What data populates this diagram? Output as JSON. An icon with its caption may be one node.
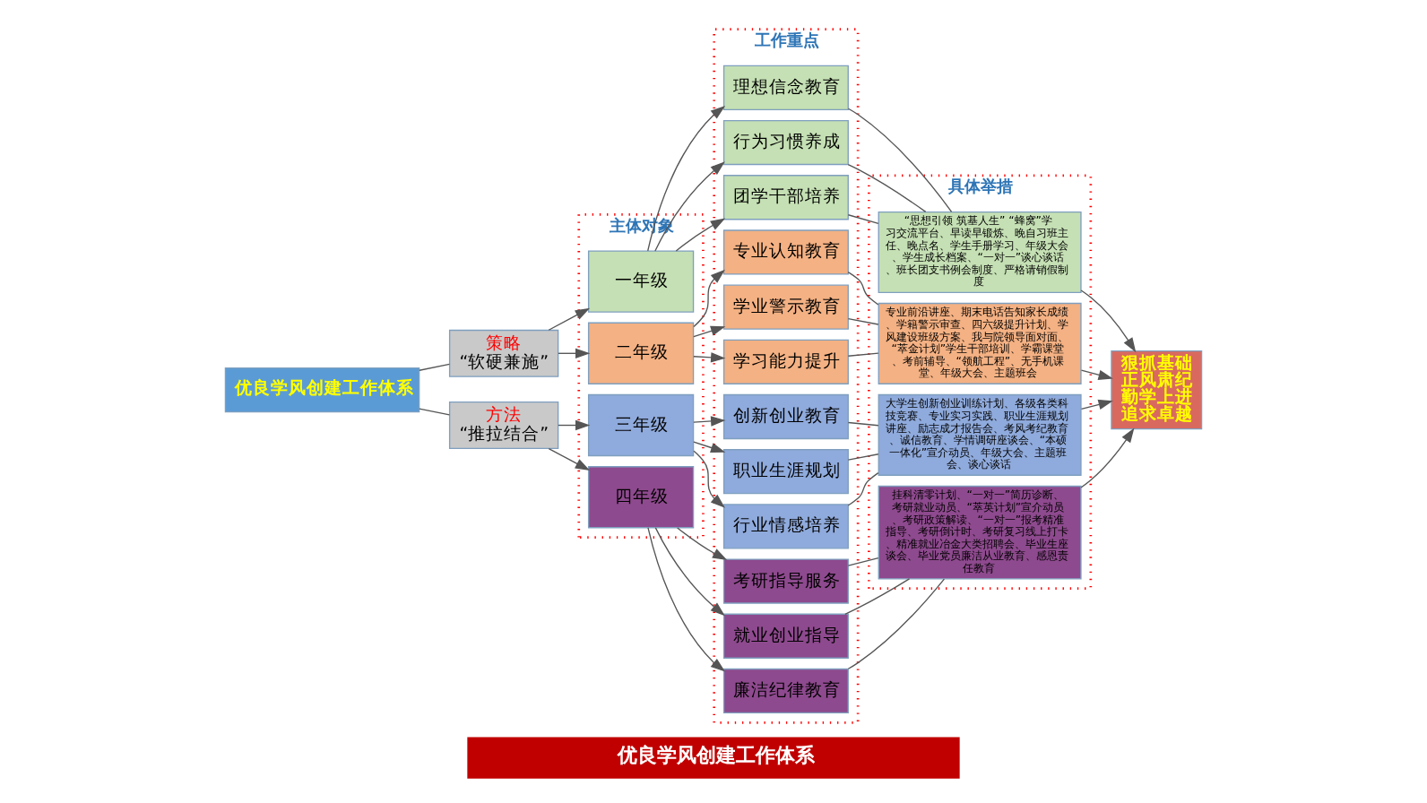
{
  "diagram": {
    "caption": "优良学风创建工作体系",
    "nodes": [
      {
        "text": [
          "优良学风创建工作体系"
        ]
      },
      {
        "text": [
          "策略",
          "“软硬兼施”"
        ]
      },
      {
        "text": [
          "方法",
          "“推拉结合”"
        ]
      },
      {
        "text": [
          "主体对象"
        ]
      },
      {
        "text": [
          "一年级"
        ],
        "in": 3
      },
      {
        "text": [
          "二年级"
        ],
        "in": 3
      },
      {
        "text": [
          "三年级"
        ],
        "in": 3
      },
      {
        "text": [
          "四年级"
        ],
        "in": 3
      },
      {
        "text": [
          "工作重点"
        ]
      },
      {
        "text": [
          "理想信念教育"
        ],
        "in": 8
      },
      {
        "text": [
          "行为习惯养成"
        ],
        "in": 8
      },
      {
        "text": [
          "团学干部培养"
        ],
        "in": 8
      },
      {
        "text": [
          "专业认知教育"
        ],
        "in": 8
      },
      {
        "text": [
          "学业警示教育"
        ],
        "in": 8
      },
      {
        "text": [
          "学习能力提升"
        ],
        "in": 8
      },
      {
        "text": [
          "创新创业教育"
        ],
        "in": 8
      },
      {
        "text": [
          "职业生涯规划"
        ],
        "in": 8
      },
      {
        "text": [
          "行业情感培养"
        ],
        "in": 8
      },
      {
        "text": [
          "考研指导服务"
        ],
        "in": 8
      },
      {
        "text": [
          "就业创业指导"
        ],
        "in": 8
      },
      {
        "text": [
          "廉洁纪律教育"
        ],
        "in": 8
      },
      {
        "text": [
          "具体举措"
        ]
      },
      {
        "text": [
          "“思想引领 筑基人生” “蜂窝”学习交流平台、早读早锻炼、晚自习班主任、晚点名、学生手册学习、年级大会、学生成长档案、“一对一”谈心谈话、班长团支书例会制度、严格请销假制度"
        ],
        "in": 21
      },
      {
        "text": [
          "专业前沿讲座、期末电话告知家长成绩、学籍警示审查、四六级提升计划、学风建设班级方案、我与院领导面对面、“萃金计划”学生干部培训、学霸课堂、考前辅导、“领航工程”、无手机课堂、年级大会、主题班会"
        ],
        "in": 21
      },
      {
        "text": [
          "大学生创新创业训练计划、各级各类科技竞赛、专业实习实践、职业生涯规划讲座、励志成才报告会、考风考纪教育、诚信教育、学情调研座谈会、“本硕一体化”宣介动员、年级大会、主题班会、谈心谈话"
        ],
        "in": 21
      },
      {
        "text": [
          "挂科清零计划、“一对一”简历诊断、考研就业动员、“萃英计划”宣介动员、考研政策解读、“一对一”报考精准指导、考研倒计时、考研复习线上打卡、精准就业冶金大类招聘会、毕业生座谈会、毕业党员廉洁从业教育、感恩责任教育"
        ],
        "in": 21
      },
      {
        "text": [
          "狠抓基础",
          "正风肃纪",
          "勤学上进",
          "追求卓越"
        ]
      }
    ],
    "edges": [
      {
        "from": 0,
        "to": 1,
        "arrow": "none"
      },
      {
        "from": 0,
        "to": 2,
        "arrow": "none"
      },
      {
        "from": 1,
        "to": 4,
        "arrow": "to"
      },
      {
        "from": 1,
        "to": 5,
        "arrow": "to"
      },
      {
        "from": 2,
        "to": 6,
        "arrow": "to"
      },
      {
        "from": 2,
        "to": 7,
        "arrow": "to"
      },
      {
        "from": 4,
        "to": 9,
        "arrow": "to"
      },
      {
        "from": 4,
        "to": 10,
        "arrow": "to"
      },
      {
        "from": 4,
        "to": 11,
        "arrow": "to"
      },
      {
        "from": 5,
        "to": 12,
        "arrow": "to"
      },
      {
        "from": 5,
        "to": 13,
        "arrow": "to"
      },
      {
        "from": 5,
        "to": 14,
        "arrow": "to"
      },
      {
        "from": 6,
        "to": 15,
        "arrow": "to"
      },
      {
        "from": 6,
        "to": 16,
        "arrow": "to"
      },
      {
        "from": 6,
        "to": 17,
        "arrow": "to"
      },
      {
        "from": 7,
        "to": 18,
        "arrow": "to"
      },
      {
        "from": 7,
        "to": 19,
        "arrow": "to"
      },
      {
        "from": 7,
        "to": 20,
        "arrow": "to"
      },
      {
        "from": 9,
        "to": 22,
        "arrow": "none"
      },
      {
        "from": 10,
        "to": 22,
        "arrow": "none"
      },
      {
        "from": 11,
        "to": 22,
        "arrow": "none"
      },
      {
        "from": 12,
        "to": 23,
        "arrow": "none"
      },
      {
        "from": 13,
        "to": 23,
        "arrow": "none"
      },
      {
        "from": 14,
        "to": 23,
        "arrow": "none"
      },
      {
        "from": 15,
        "to": 24,
        "arrow": "none"
      },
      {
        "from": 16,
        "to": 24,
        "arrow": "none"
      },
      {
        "from": 17,
        "to": 24,
        "arrow": "none"
      },
      {
        "from": 18,
        "to": 25,
        "arrow": "none"
      },
      {
        "from": 19,
        "to": 25,
        "arrow": "none"
      },
      {
        "from": 20,
        "to": 25,
        "arrow": "none"
      },
      {
        "from": 22,
        "to": 26,
        "arrow": "to"
      },
      {
        "from": 23,
        "to": 26,
        "arrow": "to"
      },
      {
        "from": 24,
        "to": 26,
        "arrow": "to"
      },
      {
        "from": 25,
        "to": 26,
        "arrow": "to"
      }
    ]
  }
}
